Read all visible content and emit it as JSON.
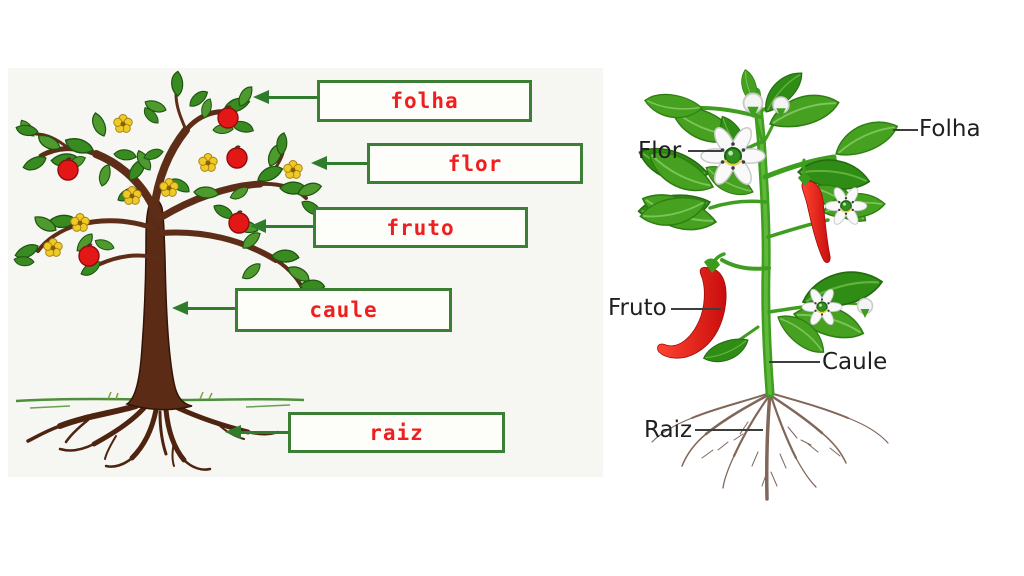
{
  "title": "Plant parts labeled diagrams (Portuguese)",
  "left_diagram": {
    "type": "apple-tree-labeled-diagram",
    "style": {
      "background": "#f6f6f2",
      "box_border": "#3c7e36",
      "box_fill": "#fdfdfa",
      "label_color": "#ef1f1f",
      "arrow_color": "#2f7c2c",
      "trunk_color": "#5c2b15",
      "leaf_color": "#3a8a22",
      "fruit_color": "#e41717",
      "flower_color": "#eecb24"
    },
    "labels": [
      {
        "id": "folha",
        "text": "folha"
      },
      {
        "id": "flor",
        "text": "flor"
      },
      {
        "id": "fruto",
        "text": "fruto"
      },
      {
        "id": "caule",
        "text": "caule"
      },
      {
        "id": "raiz",
        "text": "raiz"
      }
    ]
  },
  "right_diagram": {
    "type": "pepper-plant-labeled-diagram",
    "style": {
      "background": "#ffffff",
      "label_color": "#1f1f1f",
      "line_color": "#3d3d3d",
      "stem_color": "#3f9e1f",
      "leaf_color": "#45a11f",
      "pepper_color": "#e01515",
      "flower_color": "#f7f7f7",
      "root_color": "#80675a"
    },
    "labels": [
      {
        "id": "flor",
        "text": "Flor"
      },
      {
        "id": "folha",
        "text": "Folha"
      },
      {
        "id": "fruto",
        "text": "Fruto"
      },
      {
        "id": "caule",
        "text": "Caule"
      },
      {
        "id": "raiz",
        "text": "Raiz"
      }
    ]
  }
}
